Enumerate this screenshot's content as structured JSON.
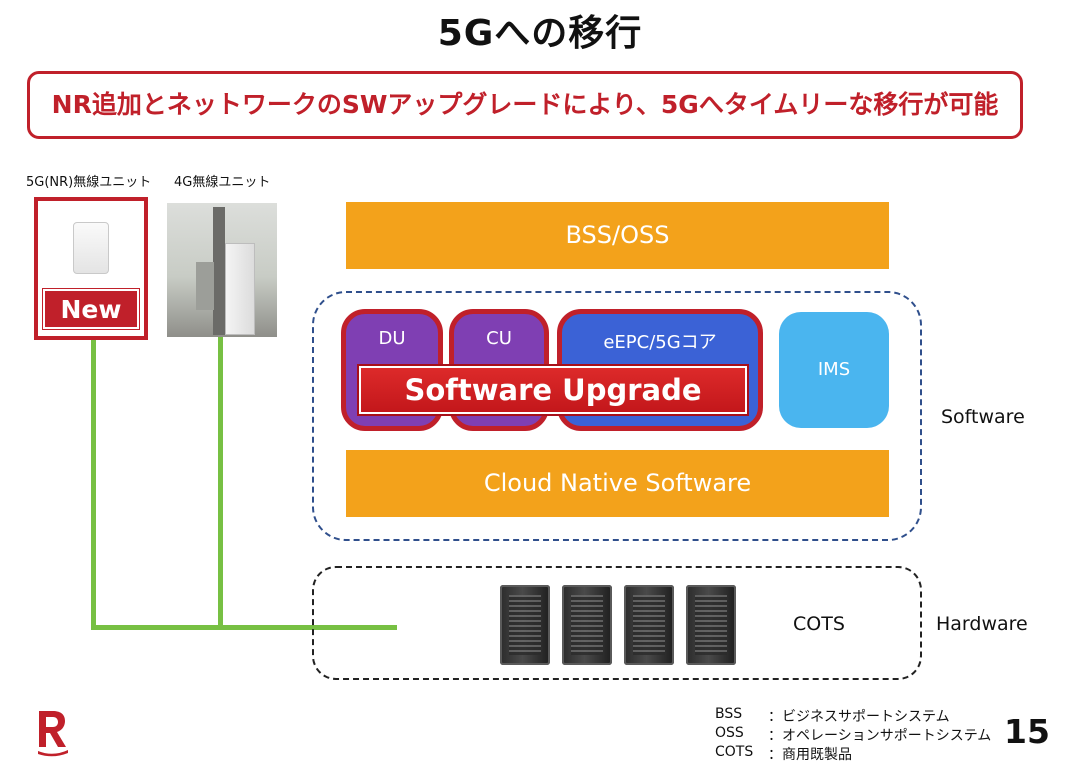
{
  "title": "5Gへの移行",
  "subtitle": "NR追加とネットワークのSWアップグレードにより、5Gへタイムリーな移行が可能",
  "units": {
    "caption_5g": "5G(NR)無線ユニット",
    "caption_4g": "4G無線ユニット",
    "new_badge": "New"
  },
  "stack": {
    "bss_oss": "BSS/OSS",
    "du": "DU",
    "cu": "CU",
    "epc": "eEPC/5Gコア",
    "ims": "IMS",
    "upgrade": "Software Upgrade",
    "cloud": "Cloud Native Software",
    "software_label": "Software",
    "cots": "COTS",
    "hardware_label": "Hardware"
  },
  "legend": [
    {
      "abbr": "BSS",
      "desc": "：ビジネスサポートシステム"
    },
    {
      "abbr": "OSS",
      "desc": "：オペレーションサポートシステム"
    },
    {
      "abbr": "COTS",
      "desc": "：商用既製品"
    }
  ],
  "page_number": "15",
  "colors": {
    "brand_red": "#c0202a",
    "orange": "#f3a21b",
    "purple": "#7f3fb3",
    "blue": "#3b62d6",
    "light_blue": "#4ab5ef",
    "green_line": "#77c043",
    "dash_blue": "#2f4f8c"
  },
  "icons": {
    "logo": "rakuten-r-logo",
    "server": "server-rack-icon"
  }
}
